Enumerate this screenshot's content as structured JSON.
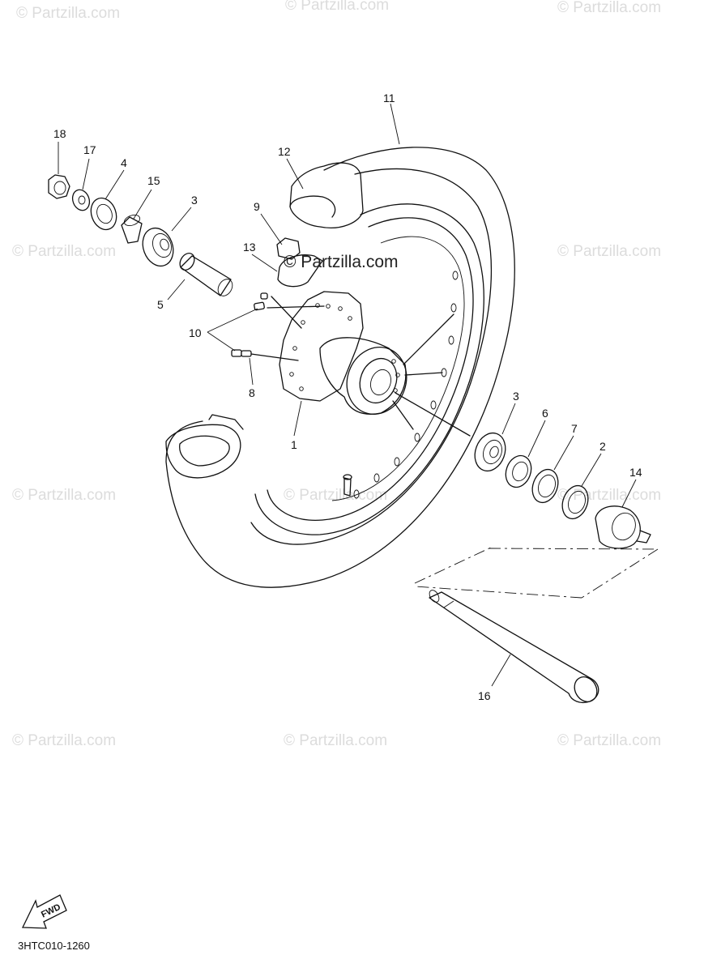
{
  "watermark_text": "© Partzilla.com",
  "center_watermark_text": "© Partzilla.com",
  "diagram_code": "3HTC010-1260",
  "fwd_label": "FWD",
  "callouts": [
    "1",
    "2",
    "3",
    "3",
    "4",
    "5",
    "6",
    "7",
    "8",
    "9",
    "10",
    "11",
    "12",
    "13",
    "14",
    "15",
    "16",
    "17",
    "18"
  ]
}
